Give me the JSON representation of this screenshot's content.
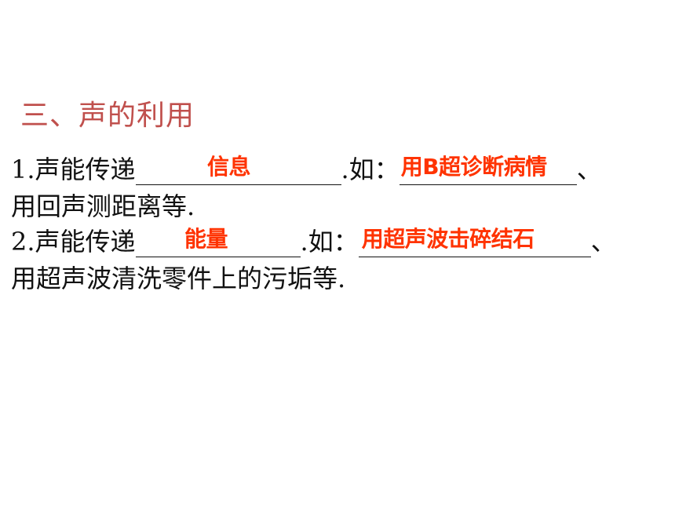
{
  "heading": "三、声的利用",
  "item1": {
    "prefix": "1.声能传递",
    "answer1": "信息",
    "mid": ".如：",
    "answer2": "用B超诊断病情",
    "suffix": "、",
    "continuation": "用回声测距离等."
  },
  "item2": {
    "prefix": "2.声能传递",
    "answer1": "能量",
    "mid": ".如：",
    "answer2": "用超声波击碎结石",
    "suffix": "、",
    "continuation": "用超声波清洗零件上的污垢等."
  },
  "colors": {
    "heading": "#c0504d",
    "answer": "#ff3300",
    "text": "#111111"
  }
}
